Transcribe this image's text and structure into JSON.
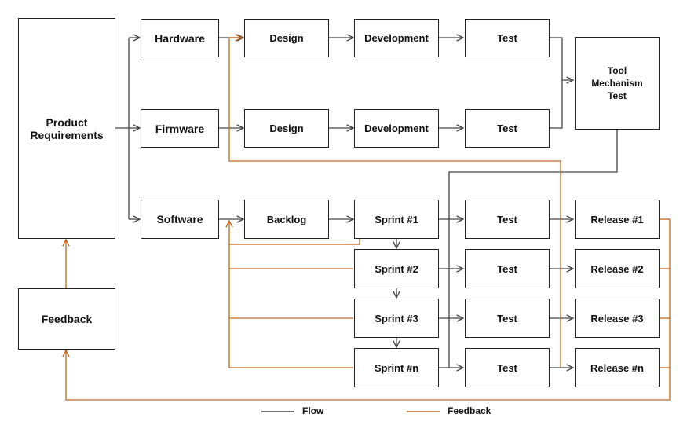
{
  "boxes": {
    "product_requirements": "Product\nRequirements",
    "feedback": "Feedback",
    "hardware": "Hardware",
    "firmware": "Firmware",
    "software": "Software",
    "hw_design": "Design",
    "hw_development": "Development",
    "hw_test": "Test",
    "fw_design": "Design",
    "fw_development": "Development",
    "fw_test": "Test",
    "tool_mechanism_test": "Tool\nMechanism\nTest",
    "backlog": "Backlog",
    "sprint_1": "Sprint #1",
    "sprint_2": "Sprint #2",
    "sprint_3": "Sprint #3",
    "sprint_n": "Sprint #n",
    "test_1": "Test",
    "test_2": "Test",
    "test_3": "Test",
    "test_n": "Test",
    "release_1": "Release #1",
    "release_2": "Release #2",
    "release_3": "Release #3",
    "release_n": "Release #n"
  },
  "legend": {
    "flow_label": "Flow",
    "feedback_label": "Feedback",
    "flow_color": "#444444",
    "feedback_color": "#c0661f"
  }
}
